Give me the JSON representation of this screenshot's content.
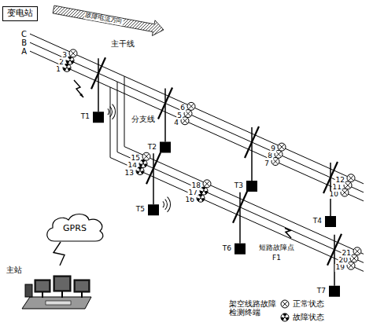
{
  "diagram": {
    "nodes": [
      {
        "text": [
          "变电站"
        ]
      },
      {
        "text": [
          "GPRS"
        ]
      },
      {
        "text": [
          "主站"
        ]
      }
    ],
    "edges": [
      {
        "from": 1,
        "to": 2,
        "arrow": "none"
      }
    ],
    "labels": [
      "C",
      "B",
      "A",
      "故障电流方向",
      "主干线",
      "分支线",
      "1",
      "2",
      "3",
      "4",
      "5",
      "6",
      "7",
      "8",
      "9",
      "10",
      "11",
      "12",
      "13",
      "14",
      "15",
      "16",
      "17",
      "18",
      "19",
      "20",
      "21",
      "T1",
      "T2",
      "T3",
      "T4",
      "T5",
      "T6",
      "T7",
      "短路故障点",
      "F1",
      "架空线路故障检测终端"
    ],
    "legend": [
      {
        "text": "正常状态"
      },
      {
        "text": "故障状态"
      }
    ]
  }
}
